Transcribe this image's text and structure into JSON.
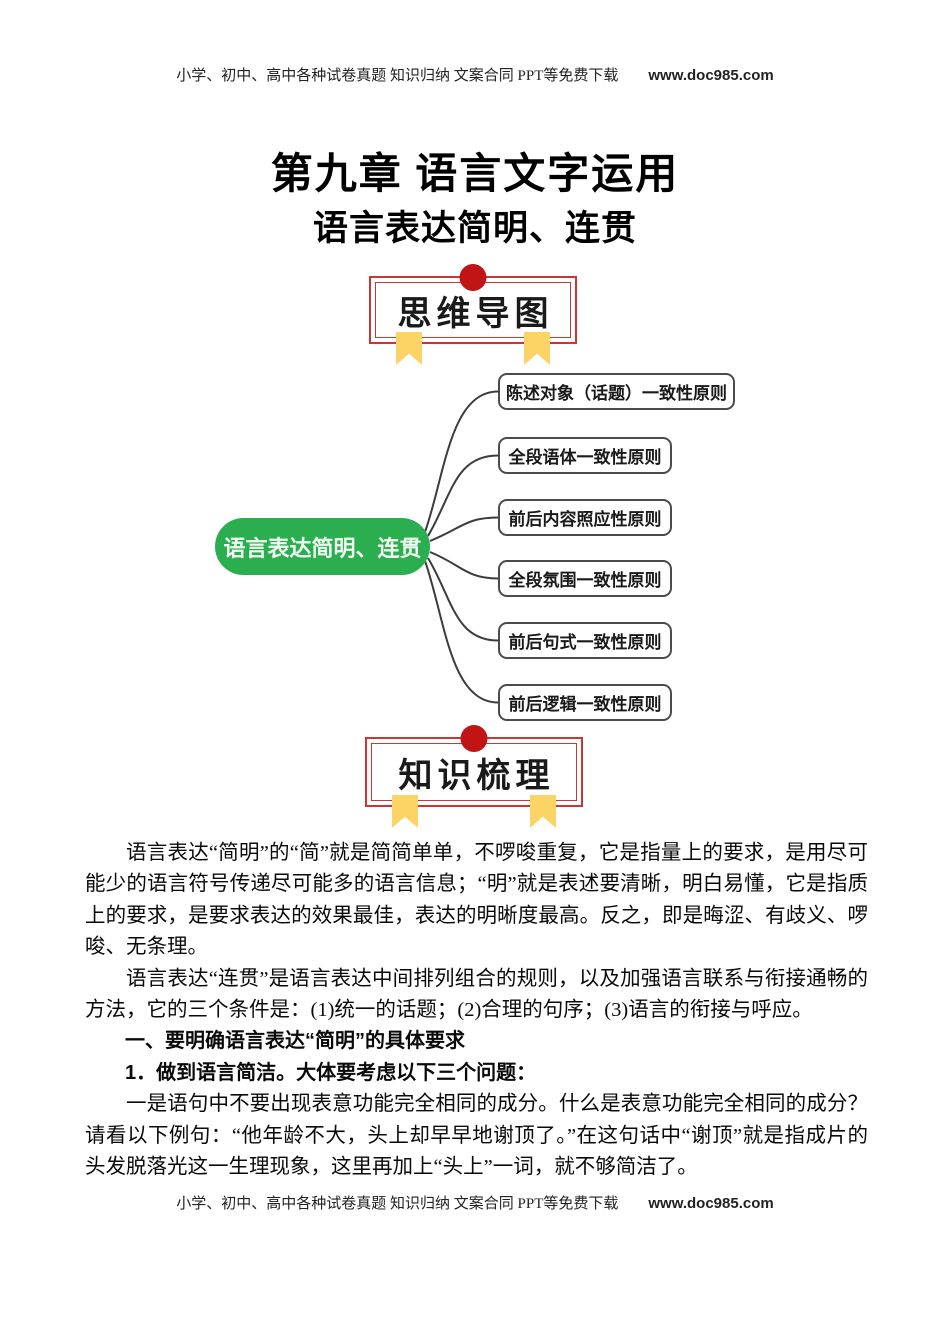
{
  "header": {
    "text": "小学、初中、高中各种试卷真题 知识归纳 文案合同 PPT等免费下载",
    "site": "www.doc985.com"
  },
  "footer": {
    "text": "小学、初中、高中各种试卷真题 知识归纳 文案合同 PPT等免费下载",
    "site": "www.doc985.com"
  },
  "titles": {
    "chapter": "第九章 语言文字运用",
    "lesson": "语言表达简明、连贯"
  },
  "banners": {
    "mindmap": "思维导图",
    "knowledge": "知识梳理"
  },
  "mindmap": {
    "central": "语言表达简明、连贯",
    "branches": [
      {
        "label": "陈述对象（话题）一致性原则"
      },
      {
        "label": "全段语体一致性原则"
      },
      {
        "label": "前后内容照应性原则"
      },
      {
        "label": "全段氛围一致性原则"
      },
      {
        "label": "前后句式一致性原则"
      },
      {
        "label": "前后逻辑一致性原则"
      }
    ]
  },
  "content": {
    "para1": "语言表达“简明”的“简”就是简简单单，不啰唆重复，它是指量上的要求，是用尽可能少的语言符号传递尽可能多的语言信息；“明”就是表述要清晰，明白易懂，它是指质上的要求，是要求表达的效果最佳，表达的明晰度最高。反之，即是晦涩、有歧义、啰唆、无条理。",
    "para2": "语言表达“连贯”是语言表达中间排列组合的规则，以及加强语言联系与衔接通畅的方法，它的三个条件是：(1)统一的话题；(2)合理的句序；(3)语言的衔接与呼应。",
    "heading1": "一、要明确语言表达“简明”的具体要求",
    "heading2": "1．做到语言简洁。大体要考虑以下三个问题：",
    "para3": "一是语句中不要出现表意功能完全相同的成分。什么是表意功能完全相同的成分？请看以下例句：“他年龄不大，头上却早早地谢顶了。”在这句话中“谢顶”就是指成片的头发脱落光这一生理现象，这里再加上“头上”一词，就不够简洁了。"
  },
  "colors": {
    "central_node_green": "#2aae4f",
    "banner_border_red": "#cd3434",
    "banner_dot_red": "#c11414",
    "ribbon_yellow": "#fbd465",
    "branch_border_gray": "#4b4b4b"
  }
}
